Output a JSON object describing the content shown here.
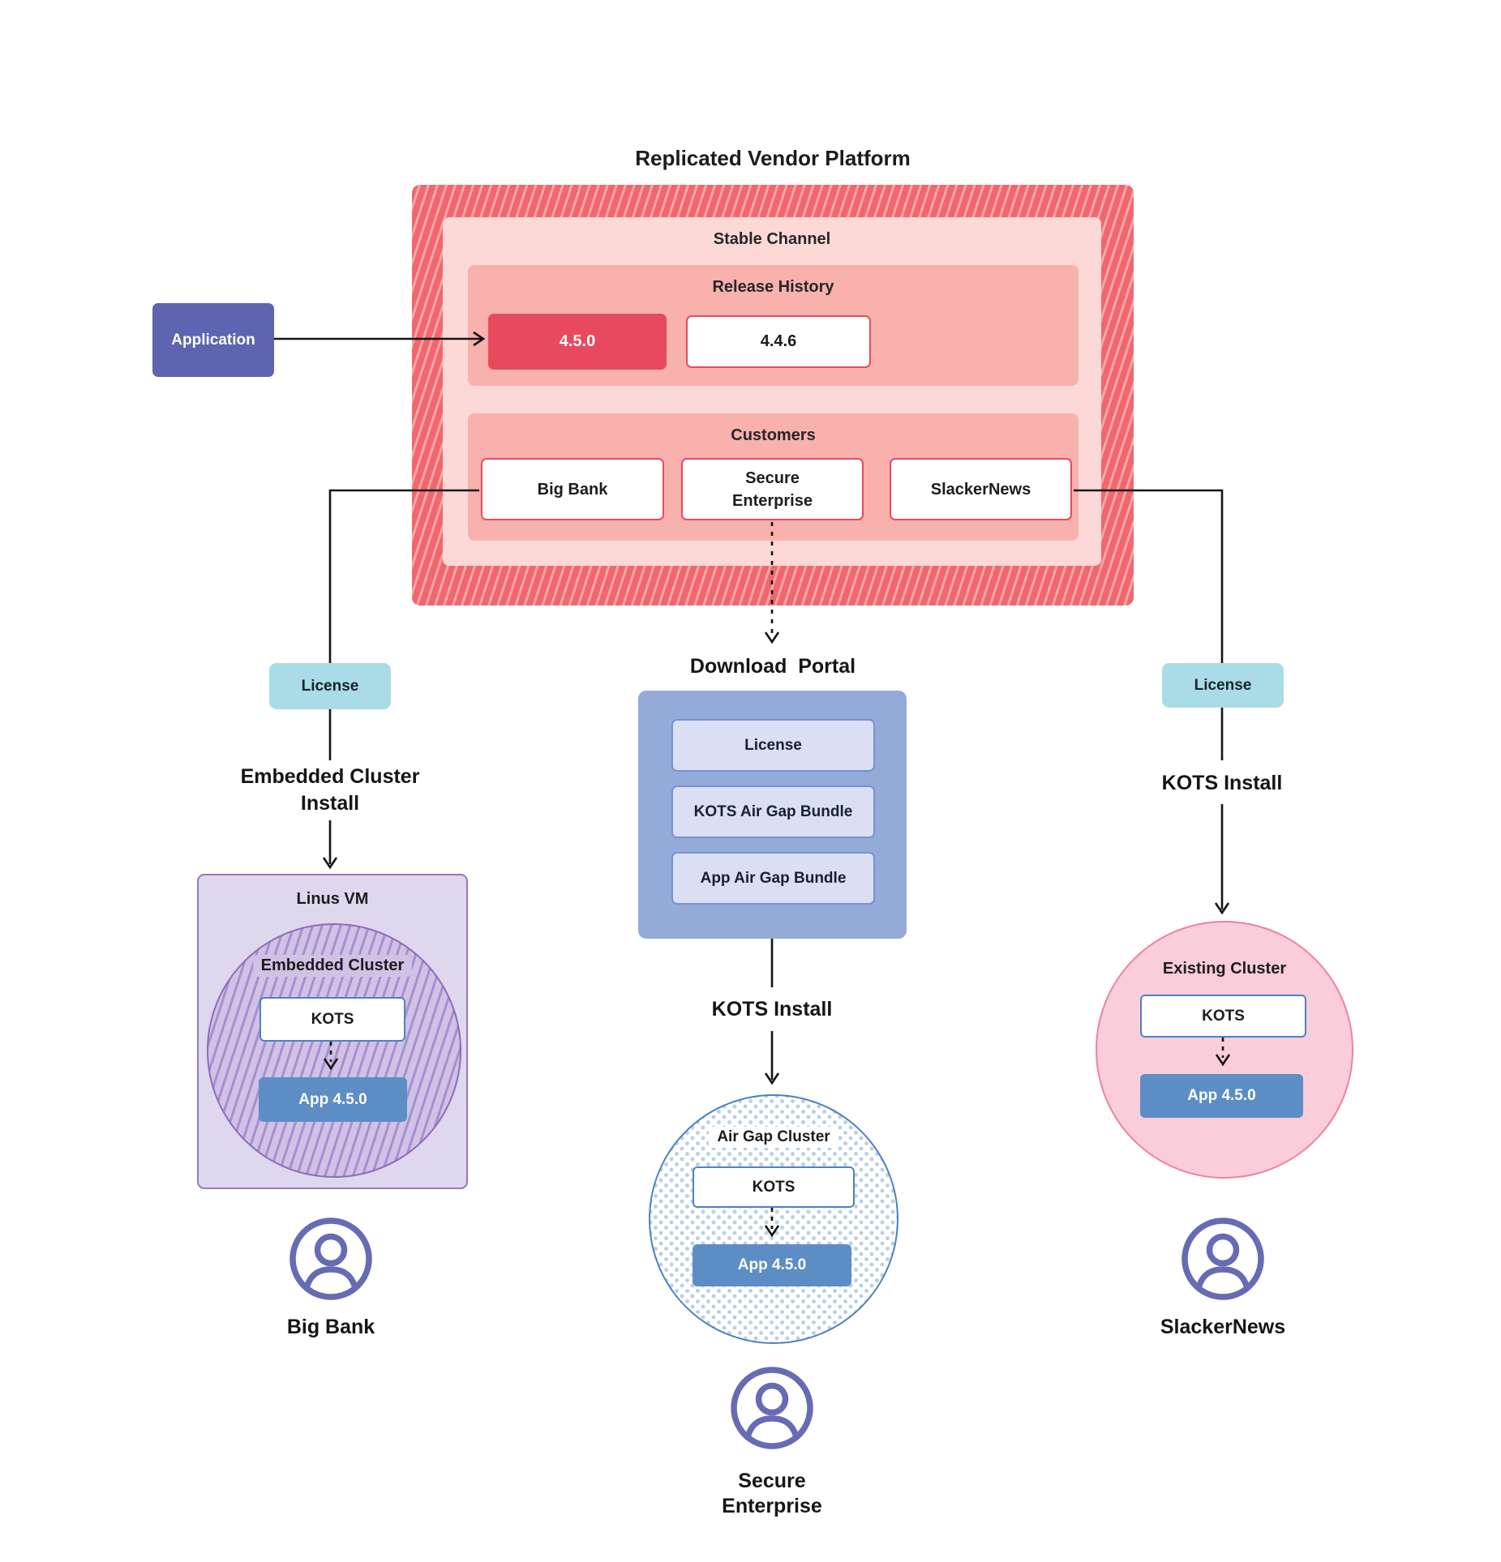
{
  "title": "Replicated Vendor Platform",
  "platform": {
    "stable_channel_label": "Stable Channel",
    "release_history": {
      "label": "Release History",
      "releases": [
        {
          "version": "4.5.0",
          "current": true
        },
        {
          "version": "4.4.6",
          "current": false
        }
      ]
    },
    "customers": {
      "label": "Customers",
      "items": [
        {
          "name": "Big Bank"
        },
        {
          "name": "Secure Enterprise"
        },
        {
          "name": "SlackerNews"
        }
      ]
    }
  },
  "application_label": "Application",
  "left_branch": {
    "license_label": "License",
    "install_label": "Embedded Cluster Install",
    "vm_label": "Linus VM",
    "cluster_label": "Embedded Cluster",
    "kots_label": "KOTS",
    "app_label": "App 4.5.0",
    "persona": "Big Bank"
  },
  "middle_branch": {
    "portal_title": "Download  Portal",
    "portal_items": [
      {
        "label": "License"
      },
      {
        "label": "KOTS Air Gap Bundle"
      },
      {
        "label": "App Air Gap Bundle"
      }
    ],
    "install_label": "KOTS Install",
    "cluster_label": "Air Gap Cluster",
    "kots_label": "KOTS",
    "app_label": "App 4.5.0",
    "persona": "Secure Enterprise"
  },
  "right_branch": {
    "license_label": "License",
    "install_label": "KOTS Install",
    "cluster_label": "Existing Cluster",
    "kots_label": "KOTS",
    "app_label": "App 4.5.0",
    "persona": "SlackerNews"
  },
  "colors": {
    "platform_hatch_base": "#f2666d",
    "platform_hatch_stripe": "#f7a6a8",
    "stable_channel_bg": "#fcd9d6",
    "section_bg": "#f9b1ad",
    "accent_red": "#e8495f",
    "application_purple": "#5e64af",
    "license_teal": "#a9dce6",
    "portal_blue": "#94aad9",
    "bundle_lavender": "#dbdff4",
    "vm_lavender": "#ded7ee",
    "embedded_purple": "#cfc2e5",
    "embedded_hatch": "#a78fd0",
    "kots_border_blue": "#4e82c2",
    "app_blue": "#5d8dc5",
    "airgap_dot_blue": "#b9cfe9",
    "existing_pink": "#f9cdd9",
    "existing_border": "#f0819f",
    "persona_indigo": "#666bb3",
    "connector_black": "#151515"
  }
}
